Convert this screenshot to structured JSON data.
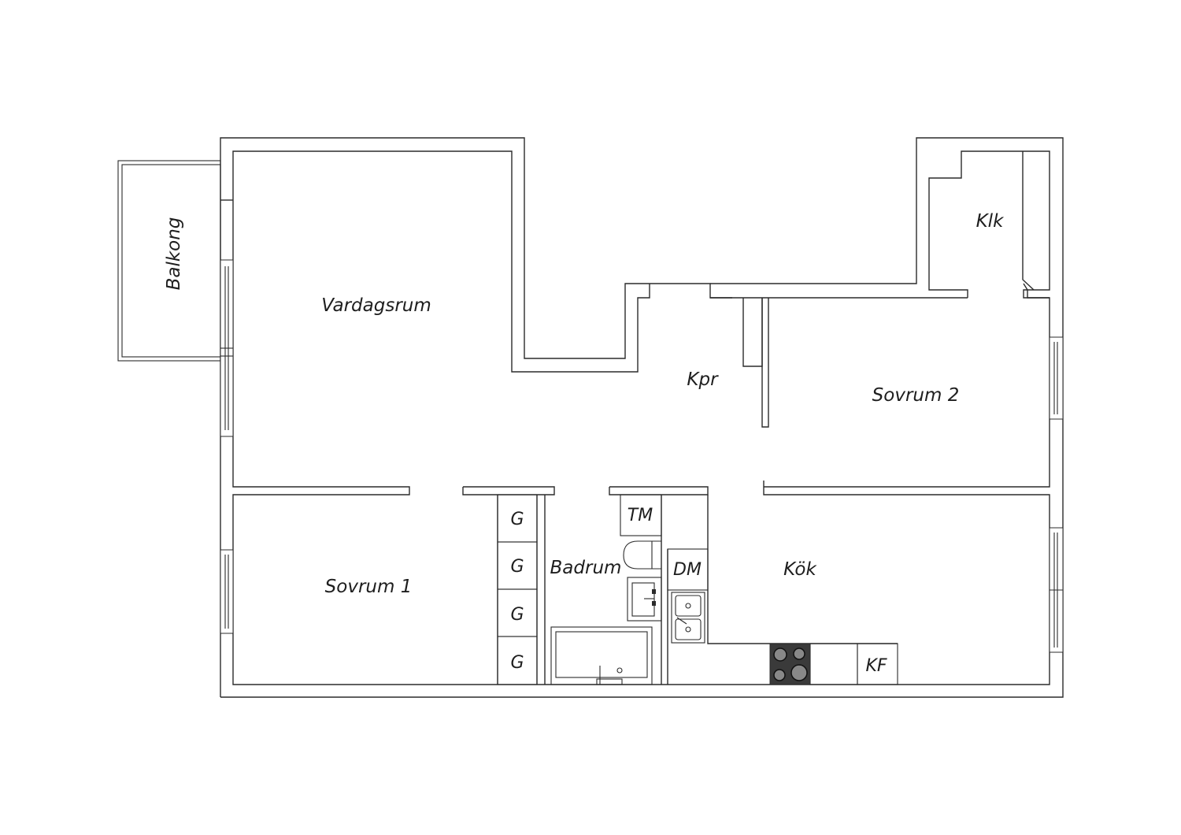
{
  "rooms": {
    "balcony": "Balkong",
    "living_room": "Vardagsrum",
    "hallway": "Kpr",
    "walk_in_closet": "Klk",
    "bedroom_2": "Sovrum 2",
    "bedroom_1": "Sovrum 1",
    "bathroom": "Badrum",
    "kitchen": "Kök"
  },
  "fixtures": {
    "wardrobe_1": "G",
    "wardrobe_2": "G",
    "wardrobe_3": "G",
    "wardrobe_4": "G",
    "washing_machine": "TM",
    "dishwasher": "DM",
    "fridge_freezer": "KF"
  },
  "colors": {
    "line": "#2b2b2b",
    "stove": "#3a3a3a",
    "background": "#ffffff"
  }
}
